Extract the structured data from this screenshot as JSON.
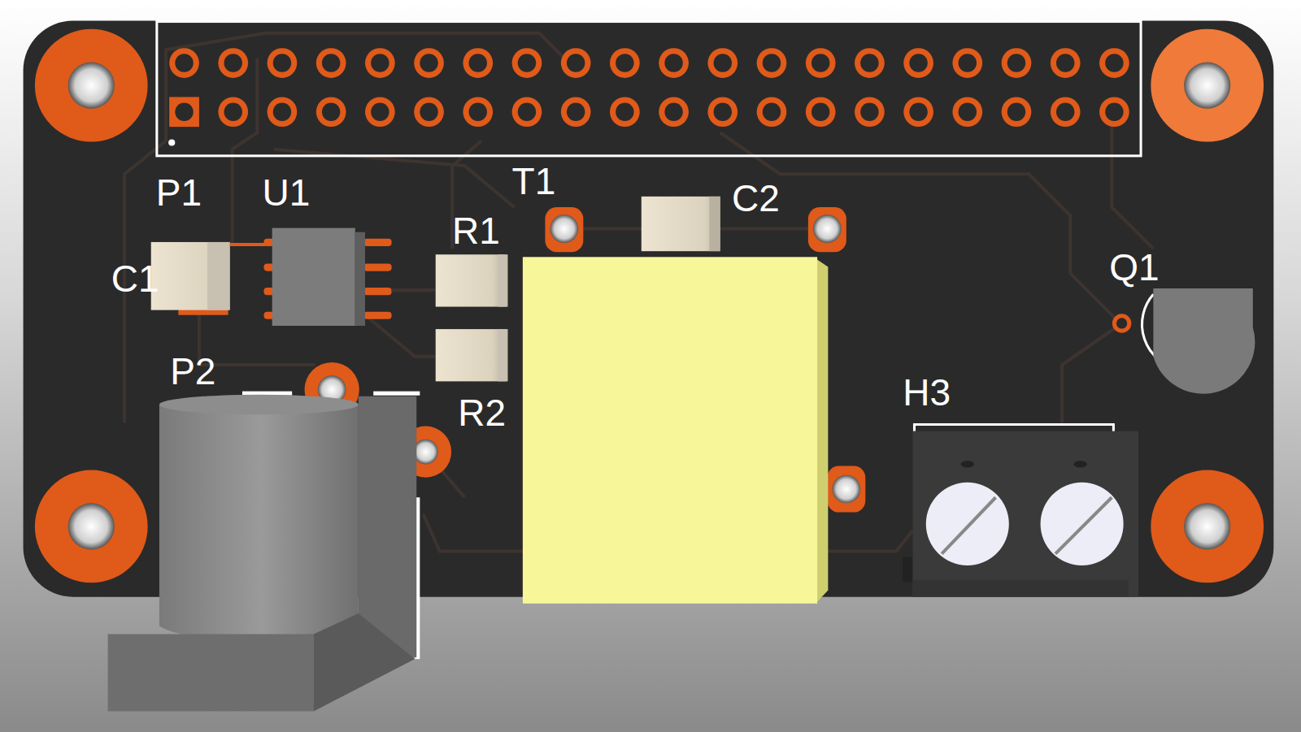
{
  "diagram": {
    "labels": [
      "T1",
      "P1",
      "U1",
      "C2",
      "R1",
      "Q1",
      "C1",
      "P2",
      "H3",
      "R2"
    ]
  }
}
